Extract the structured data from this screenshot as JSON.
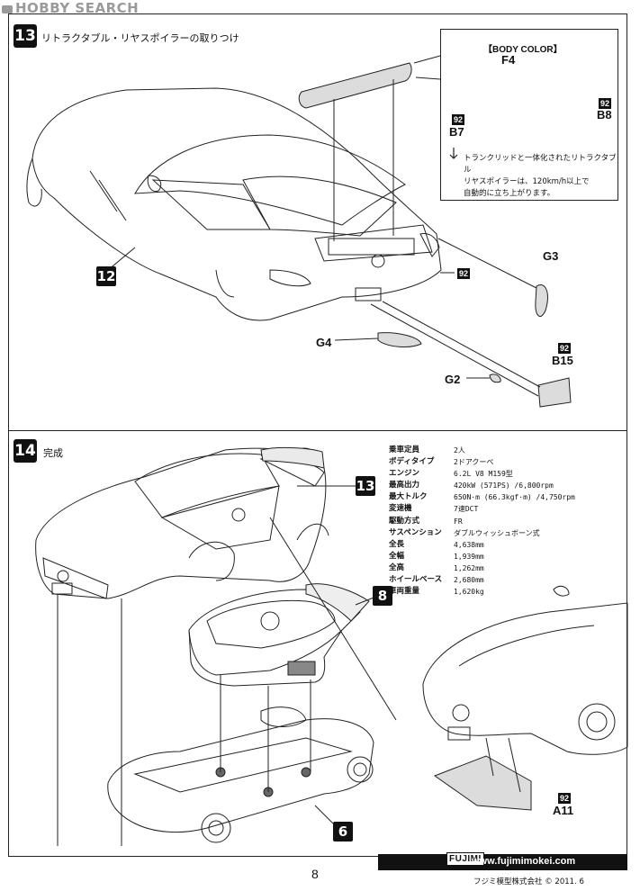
{
  "watermark": "HOBBY SEARCH",
  "step13": {
    "number": "13",
    "title": "リトラクタブル・リヤスポイラーの取りつけ",
    "body_ref": "12",
    "labels": {
      "g3": "G3",
      "g4": "G4",
      "g2": "G2",
      "b15": "B15"
    },
    "badge": "92",
    "inset": {
      "title": "【BODY COLOR】",
      "f4": "F4",
      "b7": "B7",
      "b8": "B8",
      "badge": "92",
      "note_lines": [
        "トランクリッドと一体化されたリトラクタブル",
        "リヤスポイラーは、120km/h以上で",
        "自動的に立ち上がります。"
      ]
    }
  },
  "step14": {
    "number": "14",
    "title": "完成",
    "ref13": "13",
    "ref8": "8",
    "ref6": "6",
    "a11": "A11",
    "badge": "92",
    "specs": [
      {
        "k": "乗車定員",
        "v": "2人"
      },
      {
        "k": "ボディタイプ",
        "v": "2ドアクーペ"
      },
      {
        "k": "エンジン",
        "v": "6.2L V8 M159型"
      },
      {
        "k": "最高出力",
        "v": "420kW (571PS) /6,800rpm"
      },
      {
        "k": "最大トルク",
        "v": "650N·m (66.3kgf·m) /4,750rpm"
      },
      {
        "k": "変速機",
        "v": "7速DCT"
      },
      {
        "k": "駆動方式",
        "v": "FR"
      },
      {
        "k": "サスペンション",
        "v": "ダブルウィッシュボーン式"
      },
      {
        "k": "全長",
        "v": "4,638mm"
      },
      {
        "k": "全幅",
        "v": "1,939mm"
      },
      {
        "k": "全高",
        "v": "1,262mm"
      },
      {
        "k": "ホイールベース",
        "v": "2,680mm"
      },
      {
        "k": "車両重量",
        "v": "1,620kg"
      }
    ]
  },
  "footer": {
    "brand": "FUJIMI",
    "website": "www.fujimimokei.com",
    "page_number": "8",
    "copyright": "フジミ模型株式会社 © 2011. 6"
  }
}
